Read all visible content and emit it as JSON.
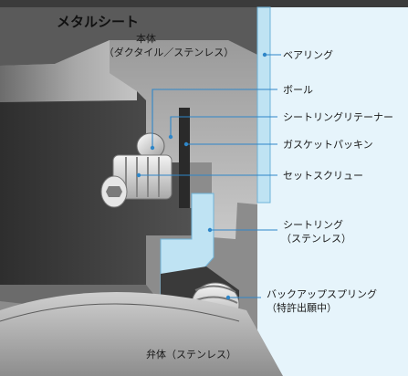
{
  "title": "メタルシート",
  "body_label": {
    "line1": "本体",
    "line2": "（ダクタイル／ステンレス）"
  },
  "callouts": [
    {
      "name": "bearing",
      "line1": "ベアリング"
    },
    {
      "name": "ball",
      "line1": "ボール"
    },
    {
      "name": "seat-ring-retainer",
      "line1": "シートリングリテーナー"
    },
    {
      "name": "gasket-packing",
      "line1": "ガスケットパッキン"
    },
    {
      "name": "set-screw",
      "line1": "セットスクリュー"
    },
    {
      "name": "seat-ring",
      "line1": "シートリング",
      "line2": "（ステンレス）"
    },
    {
      "name": "backup-spring",
      "line1": "バックアップスプリング",
      "line2": "（特許出願中）"
    }
  ],
  "disc_label": "弁体（ステンレス）",
  "colors": {
    "background_blue": "#e6f4fb",
    "steel_dark": "#3b3b3b",
    "steel_mid": "#8a8a8a",
    "steel_light": "#d6d6d6",
    "seat_ring_blue": "#bfe3f3",
    "leader_blue": "#2f86c8"
  }
}
